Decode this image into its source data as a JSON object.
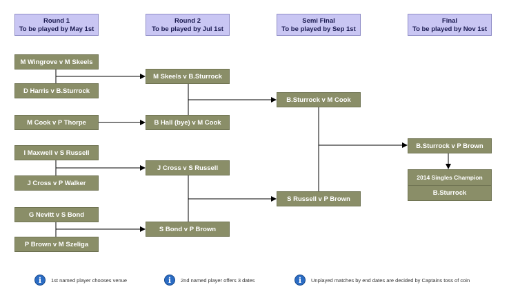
{
  "rounds": [
    {
      "name": "Round 1",
      "deadline": "To be played by May 1st"
    },
    {
      "name": "Round 2",
      "deadline": "To be played by Jul 1st"
    },
    {
      "name": "Semi Final",
      "deadline": "To be played by Sep 1st"
    },
    {
      "name": "Final",
      "deadline": "To be played by Nov 1st"
    }
  ],
  "round1": [
    "M Wingrove v M Skeels",
    "D Harris v B.Sturrock",
    "M Cook v P Thorpe",
    "I Maxwell v S Russell",
    "J Cross v P Walker",
    "G Nevitt v  S Bond",
    "P Brown v M Szeliga"
  ],
  "round2": [
    "M Skeels v B.Sturrock",
    "B Hall (bye) v M Cook",
    "J Cross v  S Russell",
    "S Bond v  P Brown"
  ],
  "semi": [
    "B.Sturrock v M Cook",
    "S Russell v P Brown"
  ],
  "final": "B.Sturrock v P Brown",
  "champion": {
    "title": "2014 Singles Champion",
    "name": "B.Sturrock"
  },
  "legend": [
    {
      "icon": "info-icon",
      "text": "1st named player chooses venue"
    },
    {
      "icon": "info-icon",
      "text": "2nd named player offers 3 dates"
    },
    {
      "icon": "info-icon",
      "text": "Unplayed matches by end dates are decided by Captains toss of coin"
    }
  ],
  "colors": {
    "header_bg": "#c9c6f3",
    "match_bg": "#8a8e68",
    "info_icon": "#2b6cc4"
  }
}
